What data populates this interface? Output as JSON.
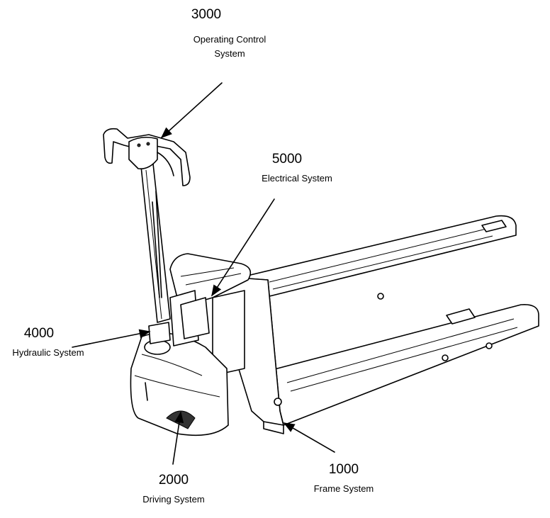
{
  "title": "Pallet truck system breakdown",
  "callouts": [
    {
      "code": "3000",
      "name_line1": "Operating Control",
      "name_line2": "System"
    },
    {
      "code": "5000",
      "name": "Electrical System"
    },
    {
      "code": "4000",
      "name": "Hydraulic System"
    },
    {
      "code": "2000",
      "name": "Driving System"
    },
    {
      "code": "1000",
      "name": "Frame System"
    }
  ]
}
